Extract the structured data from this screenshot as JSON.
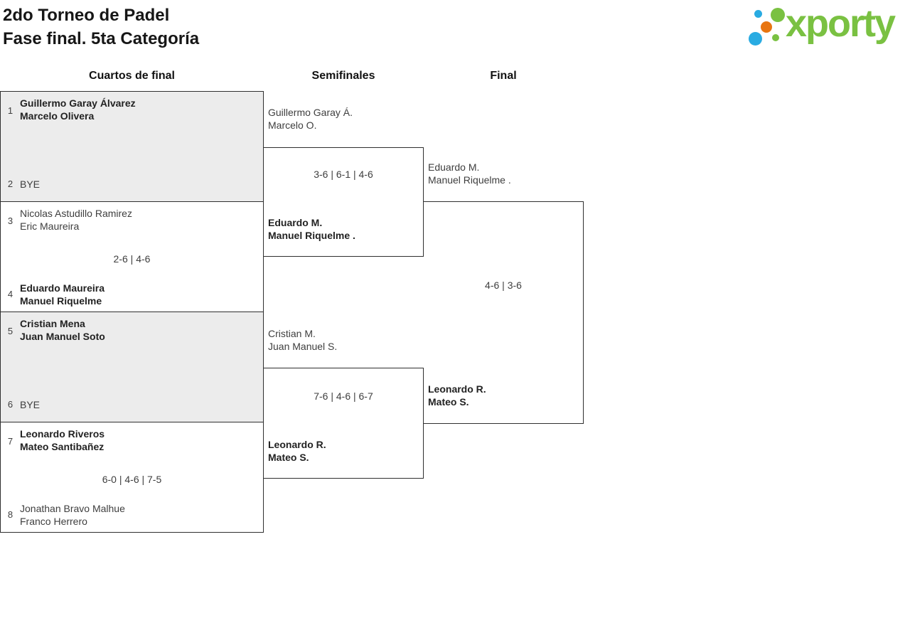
{
  "header": {
    "title_line1": "2do Torneo de Padel",
    "title_line2": "Fase final. 5ta Categoría"
  },
  "logo": {
    "text": "xporty",
    "brand_colors": {
      "green": "#7ac142",
      "blue": "#29abe2",
      "orange": "#e87511"
    }
  },
  "rounds": {
    "quarterfinals_label": "Cuartos de final",
    "semifinals_label": "Semifinales",
    "final_label": "Final"
  },
  "bracket": {
    "qf": [
      {
        "seed_top": "1",
        "top1": "Guillermo Garay Álvarez",
        "top2": "Marcelo Olivera",
        "seed_bottom": "2",
        "bottom1": "BYE"
      },
      {
        "seed_top": "3",
        "top1": "Nicolas Astudillo Ramirez",
        "top2": "Eric Maureira",
        "score": "2-6 | 4-6",
        "seed_bottom": "4",
        "bottom1": "Eduardo Maureira",
        "bottom2": "Manuel Riquelme"
      },
      {
        "seed_top": "5",
        "top1": "Cristian Mena",
        "top2": "Juan Manuel Soto",
        "seed_bottom": "6",
        "bottom1": "BYE"
      },
      {
        "seed_top": "7",
        "top1": "Leonardo Riveros",
        "top2": "Mateo Santibañez",
        "score": "6-0 | 4-6 | 7-5",
        "seed_bottom": "8",
        "bottom1": "Jonathan Bravo Malhue",
        "bottom2": "Franco Herrero"
      }
    ],
    "sf": [
      {
        "top1": "Guillermo Garay Á.",
        "top2": "Marcelo O.",
        "score": "3-6 | 6-1 | 4-6",
        "winner1": "Eduardo M.",
        "winner2": "Manuel Riquelme ."
      },
      {
        "top1": "Cristian M.",
        "top2": "Juan Manuel S.",
        "score": "7-6 | 4-6 | 6-7",
        "winner1": "Leonardo R.",
        "winner2": "Mateo S."
      }
    ],
    "final": {
      "top1": "Eduardo M.",
      "top2": "Manuel Riquelme .",
      "score": "4-6 | 3-6",
      "winner1": "Leonardo R.",
      "winner2": "Mateo S."
    }
  }
}
